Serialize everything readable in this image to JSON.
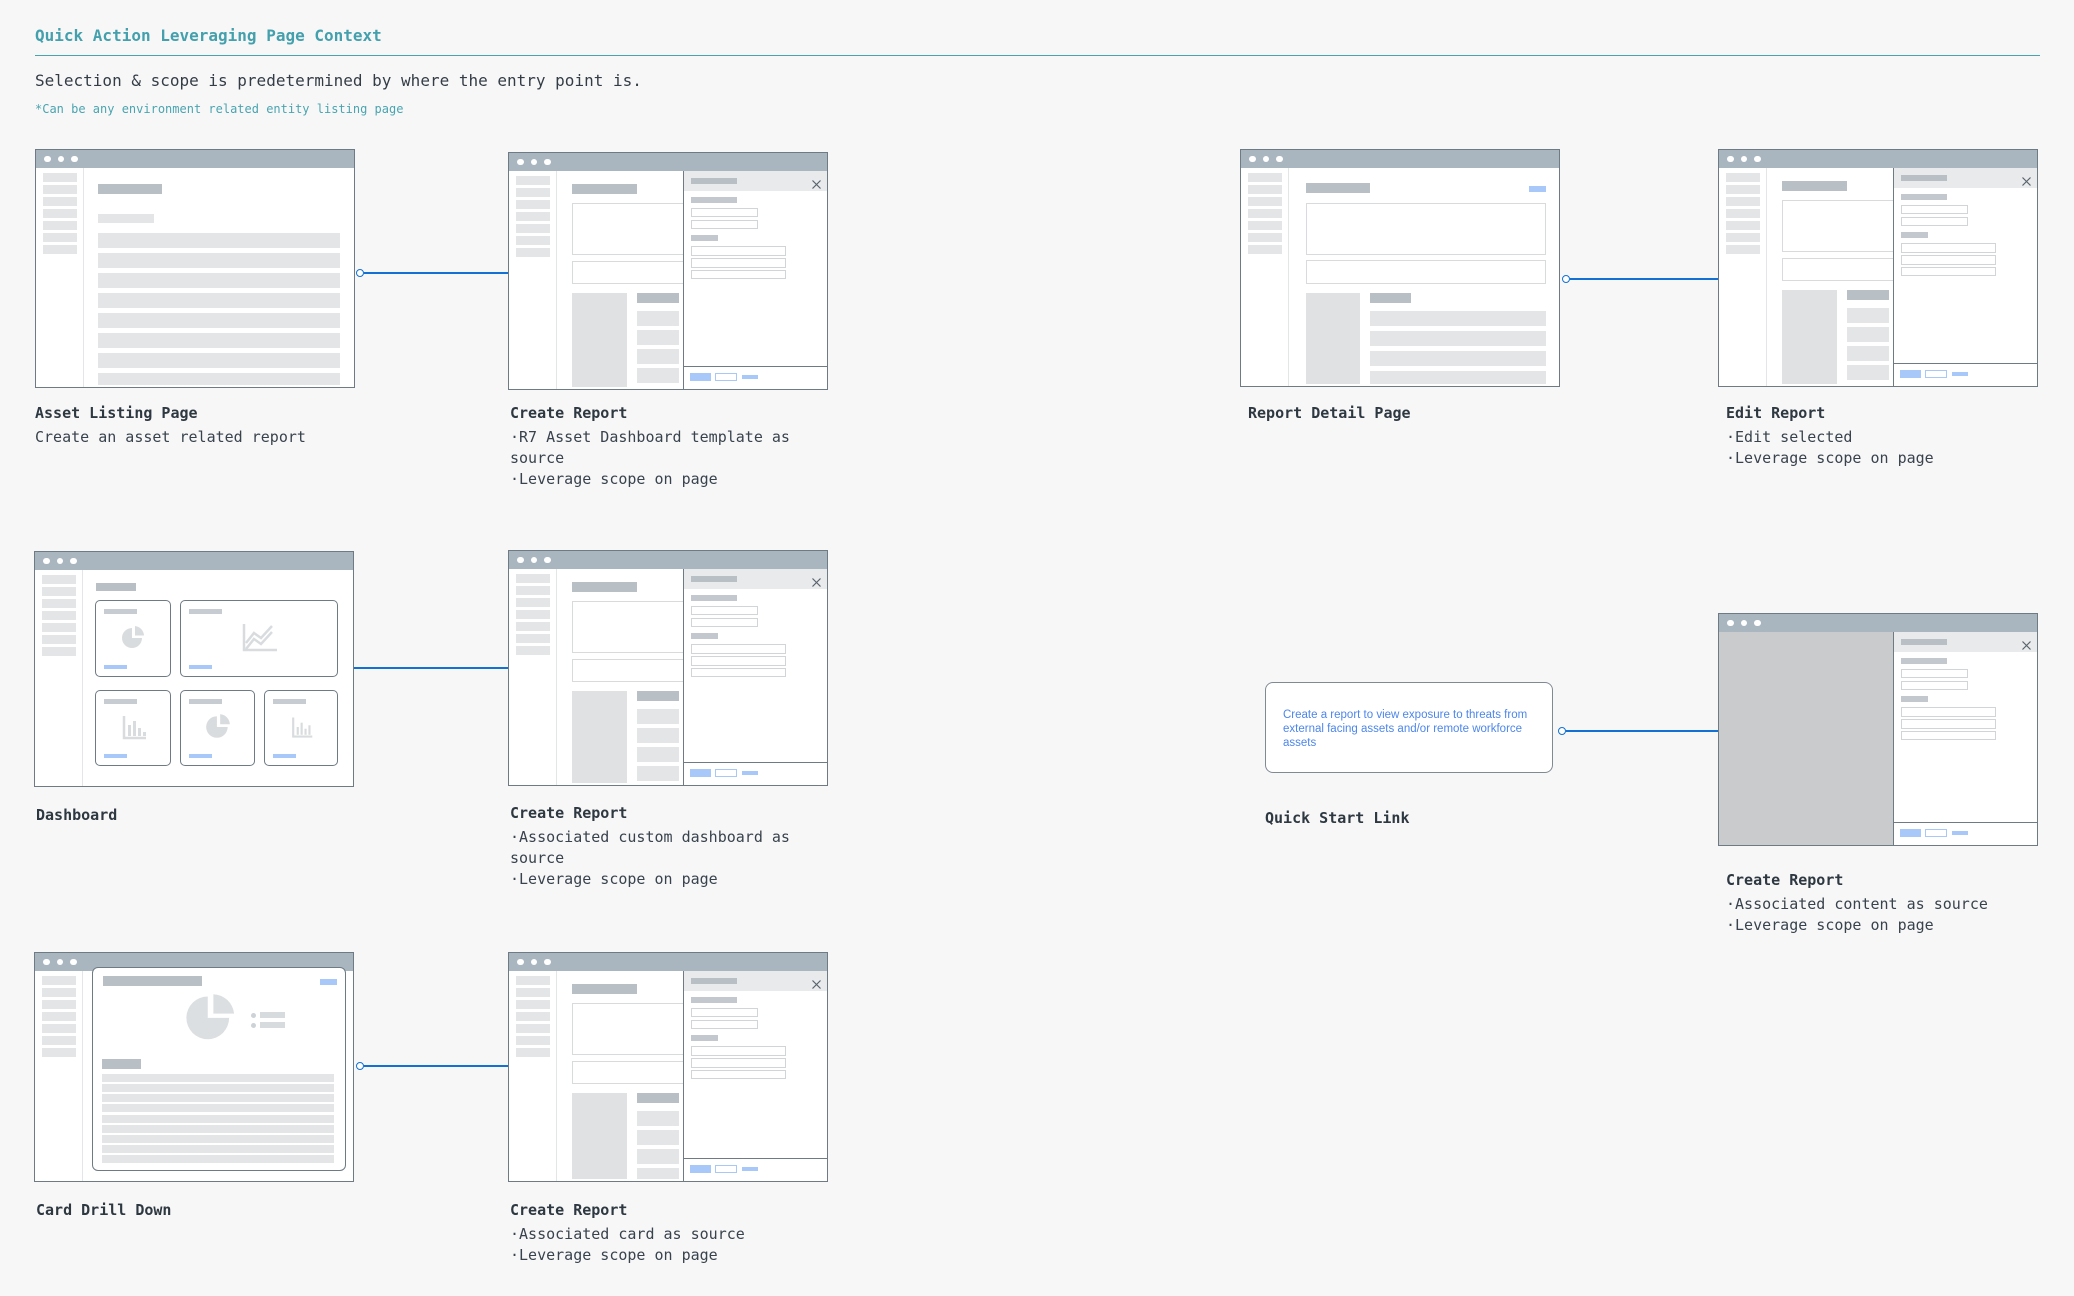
{
  "header": {
    "title": "Quick Action Leveraging Page Context",
    "subtitle": "Selection & scope is predetermined by where the entry point is.",
    "note": "*Can be any environment related entity listing page"
  },
  "palette": {
    "accent_teal": "#43a0ac",
    "arrow_blue": "#1271d3",
    "link_blue": "#4d86ea",
    "highlight_blue": "#a8c8fa",
    "titlebar_gray": "#a9b6bf",
    "frame_gray": "#6e7b85"
  },
  "flows": [
    {
      "id": "asset-listing",
      "label": "Asset Listing Page",
      "description": "Create an asset related report"
    },
    {
      "id": "create-report-from-listing",
      "label": "Create Report",
      "bullets": [
        "·R7 Asset Dashboard template as source",
        "·Leverage scope on page"
      ]
    },
    {
      "id": "report-detail",
      "label": "Report Detail Page"
    },
    {
      "id": "edit-report",
      "label": "Edit Report",
      "bullets": [
        "·Edit selected",
        "·Leverage scope on page"
      ]
    },
    {
      "id": "dashboard",
      "label": "Dashboard"
    },
    {
      "id": "create-report-from-dashboard",
      "label": "Create Report",
      "bullets": [
        "·Associated custom dashboard as source",
        "·Leverage scope on page"
      ]
    },
    {
      "id": "quick-start-link",
      "label": "Quick Start Link",
      "link_text": "Create a report to view exposure to threats from external facing assets and/or remote workforce assets"
    },
    {
      "id": "create-report-from-quickstart",
      "label": "Create Report",
      "bullets": [
        "·Associated content as source",
        "·Leverage scope on page"
      ]
    },
    {
      "id": "card-drill-down",
      "label": "Card Drill Down"
    },
    {
      "id": "create-report-from-card",
      "label": "Create Report",
      "bullets": [
        "·Associated card as source",
        "·Leverage scope on page"
      ]
    }
  ]
}
